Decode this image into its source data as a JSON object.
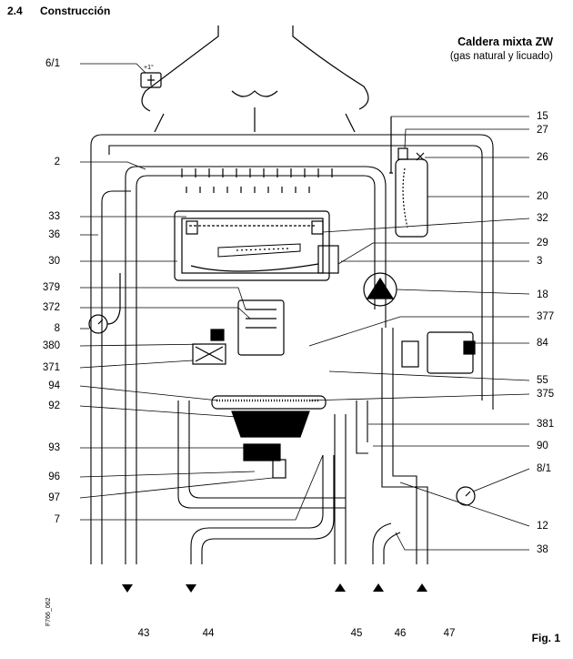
{
  "header": {
    "section_number": "2.4",
    "section_title": "Construcción"
  },
  "caption": {
    "title": "Caldera mixta ZW",
    "subtitle": "(gas natural y licuado)"
  },
  "figure": {
    "label": "Fig. 1",
    "code": "F766_062"
  },
  "gauge_text": "+1°",
  "labels": {
    "left": [
      "6/1",
      "2",
      "33",
      "36",
      "30",
      "379",
      "372",
      "8",
      "380",
      "371",
      "94",
      "92",
      "93",
      "96",
      "97",
      "7"
    ],
    "right": [
      "15",
      "27",
      "26",
      "20",
      "32",
      "29",
      "3",
      "18",
      "377",
      "84",
      "55",
      "375",
      "381",
      "90",
      "8/1",
      "12",
      "38"
    ],
    "bottom": [
      "43",
      "44",
      "45",
      "46",
      "47"
    ]
  }
}
